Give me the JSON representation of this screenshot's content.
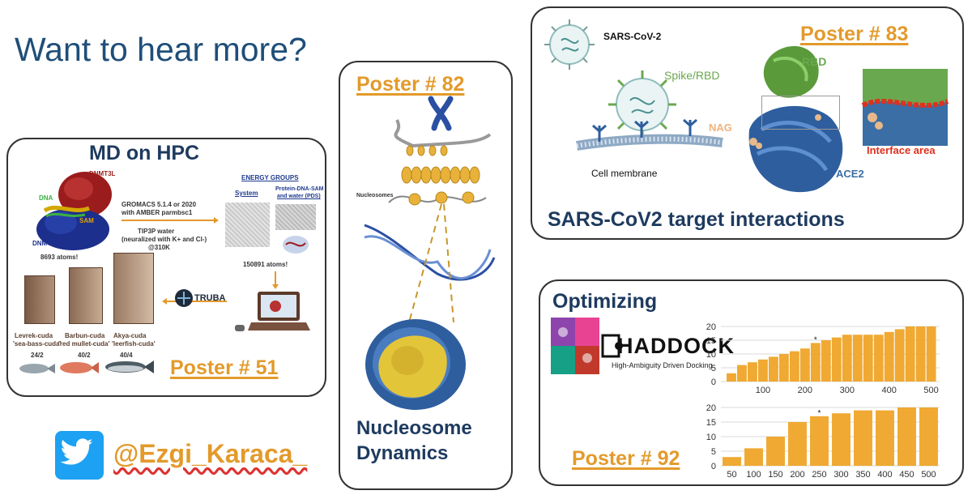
{
  "slide": {
    "title": "Want to hear more?"
  },
  "md_panel": {
    "title": "MD on HPC",
    "labels": {
      "dnmt3l": "DNMT3L",
      "dna": "DNA",
      "sam": "SAM",
      "dnmt3a": "DNMT3A",
      "atoms_small": "8693 atoms!",
      "method_line1": "GROMACS 5.1.4 or 2020",
      "method_line2": "with AMBER parmbsc1",
      "water_line1": "TIP3P water",
      "water_line2": "(neuralized with K+ and Cl-)",
      "water_line3": "@310K",
      "energy_groups": "ENERGY GROUPS",
      "system": "System",
      "protein_dna_sam_line1": "Protein-DNA-SAM",
      "protein_dna_sam_line2": "and water (PDS)",
      "atoms_large": "150891 atoms!",
      "truba": "TRUBA"
    },
    "clusters": [
      {
        "name": "Levrek-cuda",
        "nick": "'sea-bass-cuda'",
        "count": "24/2"
      },
      {
        "name": "Barbun-cuda",
        "nick": "'red mullet-cuda'",
        "count": "40/2"
      },
      {
        "name": "Akya-cuda",
        "nick": "'leerfish-cuda'",
        "count": "40/4"
      }
    ],
    "poster": "Poster # 51"
  },
  "nucleosome_panel": {
    "poster": "Poster # 82",
    "nucleosomes_label": "Nucleosomes",
    "title_line1": "Nucleosome",
    "title_line2": "Dynamics"
  },
  "sars_panel": {
    "poster": "Poster # 83",
    "virus_label": "SARS-CoV-2",
    "spike_label": "Spike/RBD",
    "membrane_label": "Cell membrane",
    "rbd_label": "RBD",
    "nag_label": "NAG",
    "interface_label": "Interface area",
    "ace2_label": "ACE2",
    "title": "SARS-CoV2 target interactions"
  },
  "optimizing_panel": {
    "title": "Optimizing",
    "haddock_logo": "HADDOCK",
    "haddock_tagline": "High-Ambiguity Driven Docking",
    "poster": "Poster # 92"
  },
  "twitter": {
    "handle": "@Ezgi_Karaca_"
  },
  "chart_data": [
    {
      "type": "bar",
      "x": [
        25,
        50,
        75,
        100,
        125,
        150,
        175,
        200,
        225,
        250,
        275,
        300,
        325,
        350,
        375,
        400,
        425,
        450,
        475,
        500
      ],
      "values": [
        3,
        6,
        7,
        8,
        9,
        10,
        11,
        12,
        14,
        15,
        16,
        17,
        17,
        17,
        17,
        18,
        19,
        20,
        20,
        20
      ],
      "xticks": [
        "100",
        "200",
        "300",
        "400",
        "500"
      ],
      "yticks": [
        "0",
        "5",
        "10",
        "15",
        "20"
      ],
      "ylim": [
        0,
        20
      ],
      "xlim": [
        0,
        520
      ],
      "marker": "*",
      "marker_x": 225,
      "color": "#f0a932",
      "grid": true
    },
    {
      "type": "bar",
      "categories": [
        "50",
        "100",
        "150",
        "200",
        "250",
        "300",
        "350",
        "400",
        "450",
        "500"
      ],
      "values": [
        3,
        6,
        10,
        15,
        17,
        18,
        19,
        19,
        20,
        20
      ],
      "yticks": [
        "0",
        "5",
        "10",
        "15",
        "20"
      ],
      "ylim": [
        0,
        20
      ],
      "marker": "*",
      "marker_index": 4,
      "color": "#f0a932",
      "grid": true
    }
  ],
  "colors": {
    "title_blue": "#1f4e79",
    "poster_orange": "#e39a2b",
    "bar_orange": "#f0a932",
    "rbd_green": "#6aa84f",
    "ace2_blue": "#3a6ea5",
    "interface_red": "#e0301e",
    "twitter_blue": "#1da1f2"
  }
}
